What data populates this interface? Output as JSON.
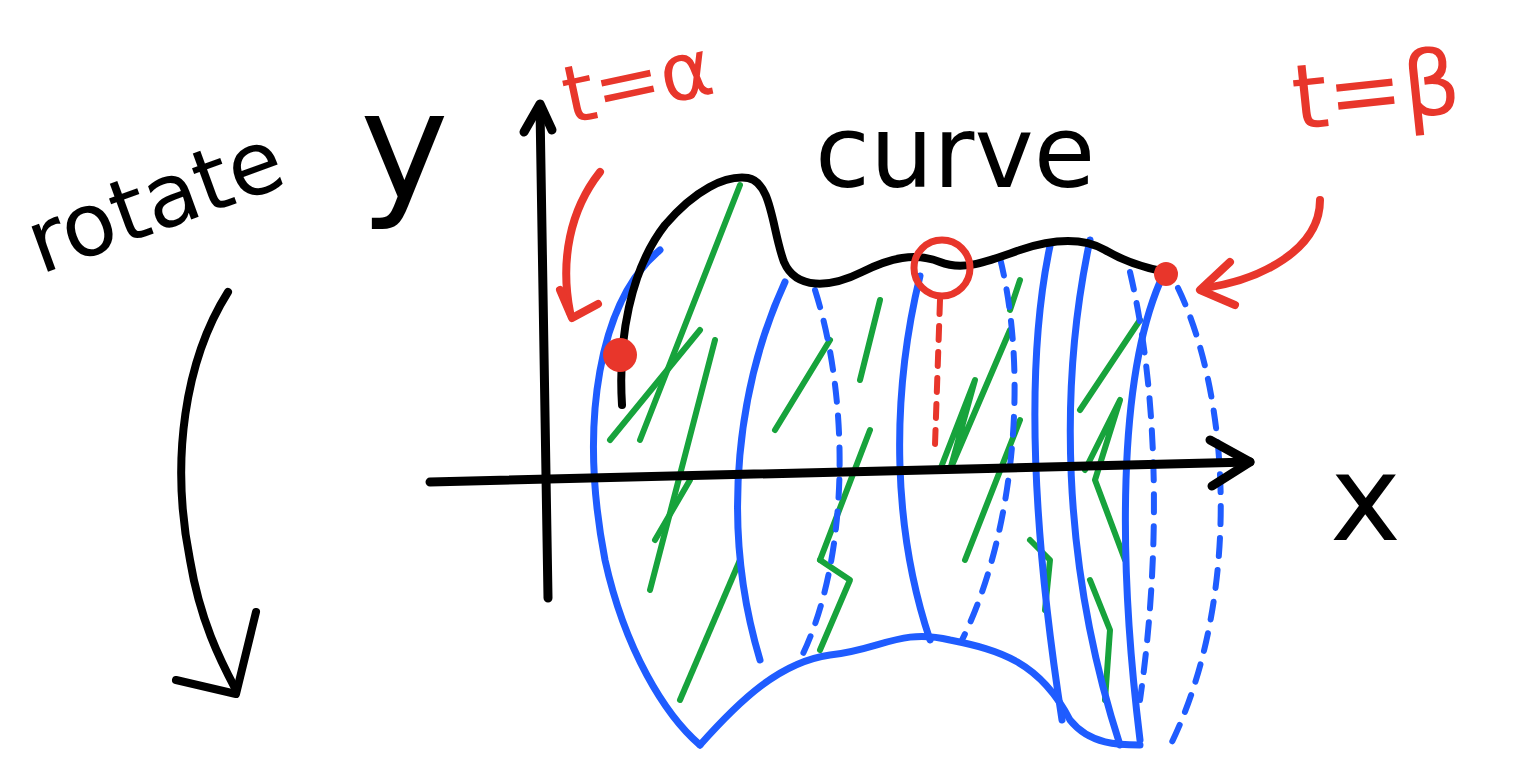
{
  "diagram": {
    "labels": [
      "rotate",
      "y",
      "t=α",
      "curve",
      "t=β",
      "x"
    ]
  }
}
